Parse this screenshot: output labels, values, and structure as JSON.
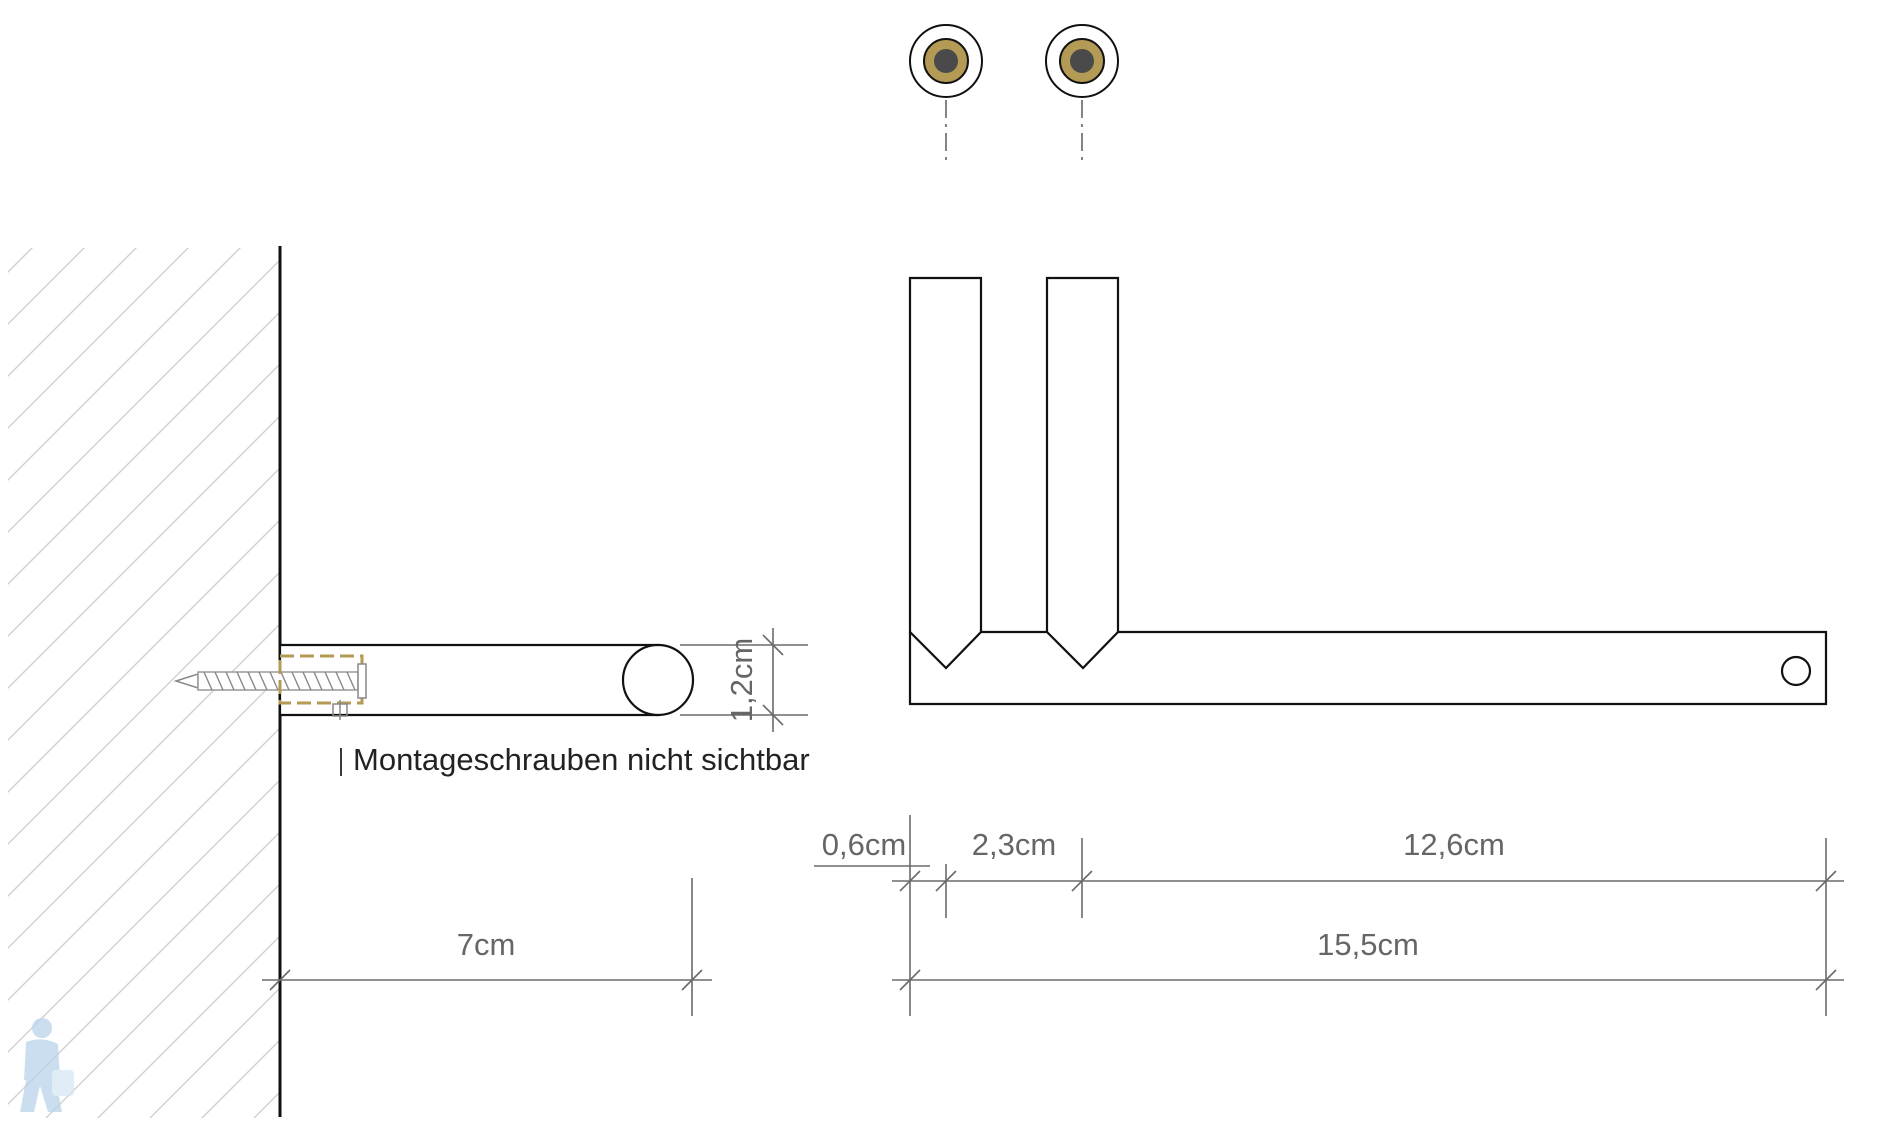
{
  "colors": {
    "line": "#111111",
    "dimension": "#6b6b6b",
    "hatch": "#d2d2d2",
    "brass": "#b39a55",
    "screw_core": "#4a4a4a",
    "logo": "#b9d3ea"
  },
  "dimensions": {
    "projection": "7cm",
    "tube_diameter": "1,2cm",
    "tip_offset": "0,6cm",
    "prong_spacing": "2,3cm",
    "bar_length": "12,6cm",
    "total_length": "15,5cm"
  },
  "annotations": {
    "mounting_note": "Montageschrauben nicht sichtbar"
  },
  "icons": {
    "wall_hatch": "hatched-wall-icon",
    "screw": "wood-screw-icon",
    "mounting_points": "wall-plug-icon",
    "logo": "plumber-mascot-icon"
  }
}
